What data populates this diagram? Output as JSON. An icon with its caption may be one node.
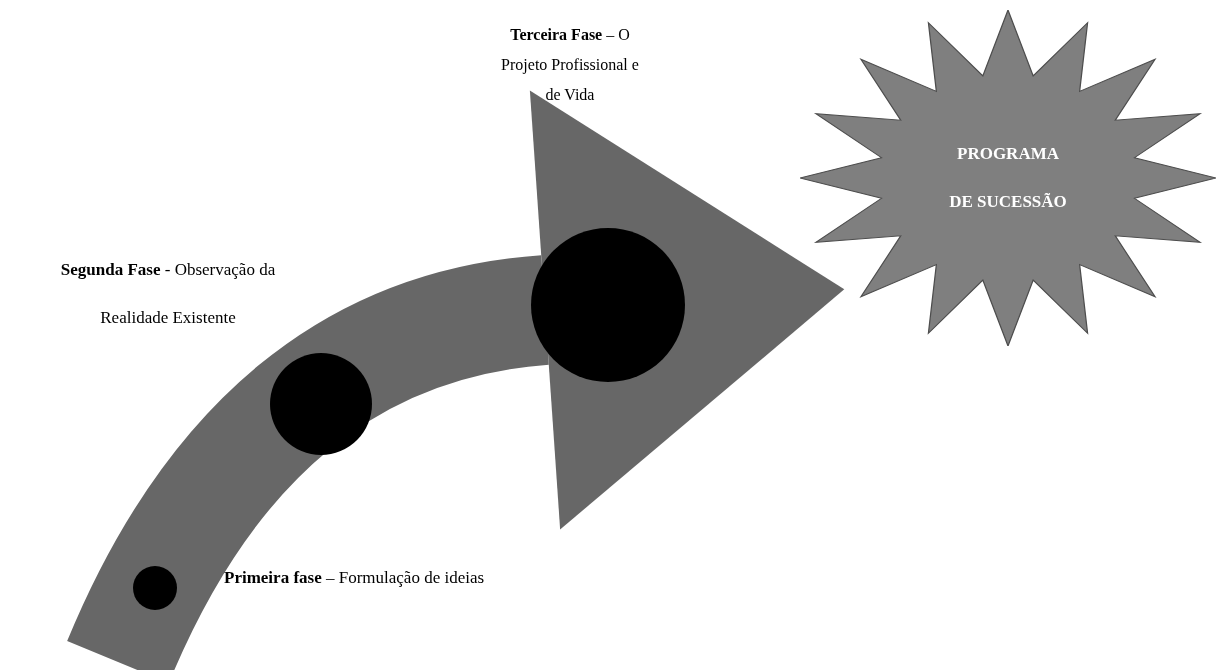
{
  "diagram": {
    "nodes": [
      {
        "text": [],
        "shape": "circle",
        "beside": [
          "**Primeira fase** – Formulação de ideias"
        ]
      },
      {
        "text": [],
        "shape": "circle",
        "beside": [
          "**Segunda Fase** - Observação da Realidade Existente"
        ]
      },
      {
        "text": [],
        "shape": "circle"
      },
      {
        "text": [
          "PROGRAMA DE SUCESSÃO"
        ]
      }
    ],
    "labels": [
      "**Terceira Fase** – O Projeto Profissional e de Vida"
    ],
    "edges": [
      {
        "from": null,
        "to": 3,
        "arrow": "to"
      }
    ]
  }
}
